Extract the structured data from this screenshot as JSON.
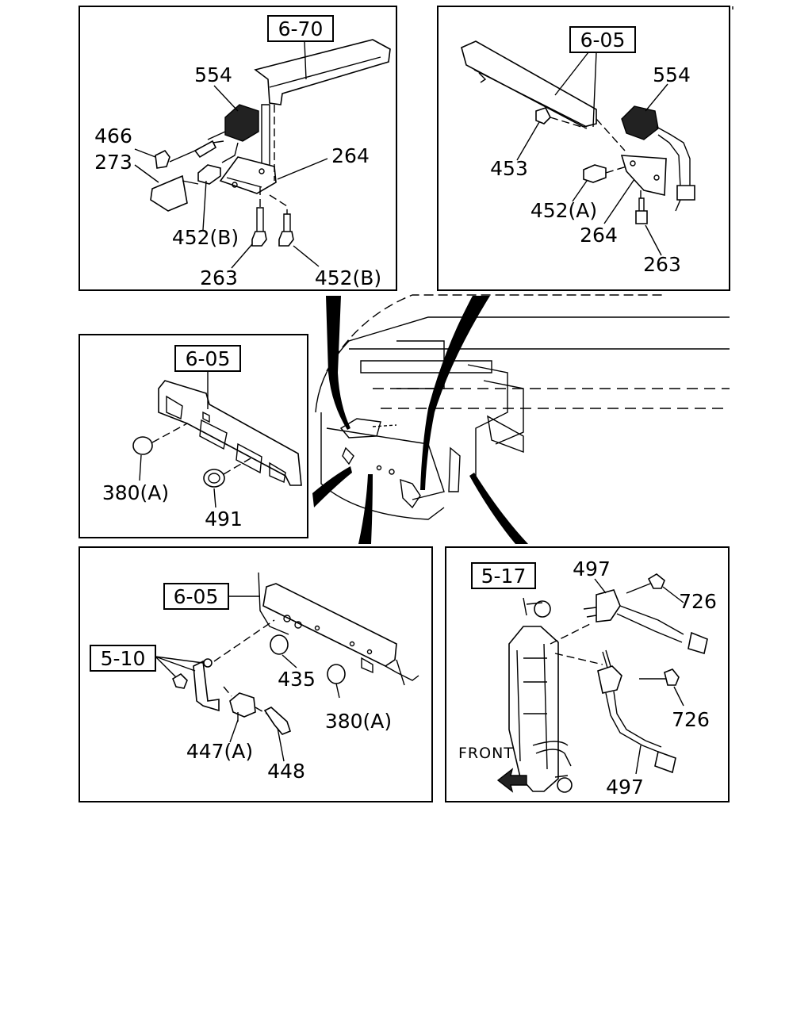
{
  "diagram": {
    "panels": [
      {
        "name": "top-left",
        "refs": [
          "6-70"
        ],
        "parts": [
          "554",
          "466",
          "273",
          "264",
          "452(B)",
          "263",
          "452(B)"
        ]
      },
      {
        "name": "top-right",
        "refs": [
          "6-05"
        ],
        "parts": [
          "554",
          "453",
          "452(A)",
          "264",
          "263"
        ]
      },
      {
        "name": "middle-left",
        "refs": [
          "6-05"
        ],
        "parts": [
          "380(A)",
          "491"
        ]
      },
      {
        "name": "bottom-left",
        "refs": [
          "6-05",
          "5-10"
        ],
        "parts": [
          "435",
          "380(A)",
          "447(A)",
          "448"
        ]
      },
      {
        "name": "bottom-right",
        "refs": [
          "5-17"
        ],
        "parts": [
          "497",
          "726",
          "726",
          "497"
        ],
        "direction_label": "FRONT"
      }
    ]
  }
}
